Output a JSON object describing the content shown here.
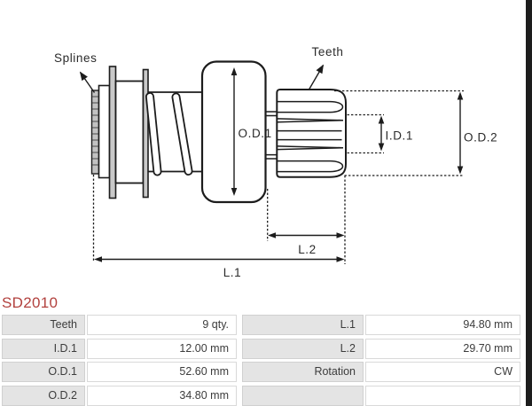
{
  "part_number": "SD2010",
  "diagram": {
    "labels": {
      "splines": "Splines",
      "teeth": "Teeth",
      "od1": "O.D.1",
      "id1": "I.D.1",
      "od2": "O.D.2",
      "l2": "L.2",
      "l1": "L.1"
    }
  },
  "spec_table": {
    "rows": [
      {
        "label1": "Teeth",
        "value1": "9 qty.",
        "label2": "L.1",
        "value2": "94.80 mm"
      },
      {
        "label1": "I.D.1",
        "value1": "12.00 mm",
        "label2": "L.2",
        "value2": "29.70 mm"
      },
      {
        "label1": "O.D.1",
        "value1": "52.60 mm",
        "label2": "Rotation",
        "value2": "CW"
      },
      {
        "label1": "O.D.2",
        "value1": "34.80 mm",
        "label2": "",
        "value2": ""
      }
    ]
  },
  "colors": {
    "part_number_red": "#b2413e",
    "drawing_line": "#1c1c1c",
    "plate_fill": "#c9c9c9",
    "table_label_bg": "#e4e4e4",
    "table_border": "#d9d9d9",
    "table_text": "#3c3c3c",
    "right_edge_bar": "#1d1d1d"
  }
}
